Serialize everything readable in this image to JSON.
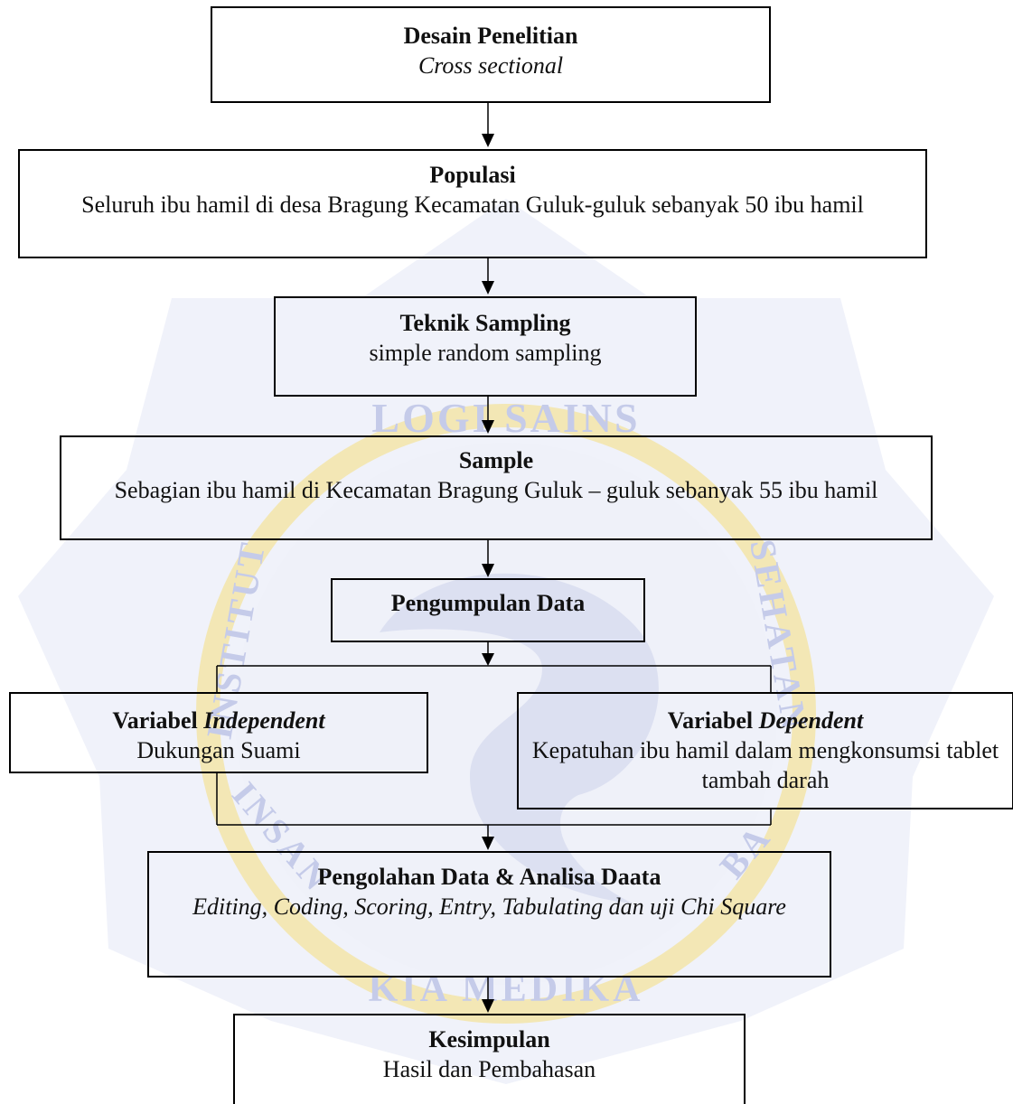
{
  "colors": {
    "box_border": "#000000",
    "text": "#111111",
    "watermark_blue": "#c5cbe9",
    "watermark_gold": "#f3e5a8"
  },
  "watermark": {
    "arc_top": "LOGI SAINS",
    "left_vertical": "INSTITUT",
    "right_vertical": "SEHATAN",
    "bottom_left": "INSAN",
    "bottom_right": "BA",
    "bottom": "KIA MEDIKA"
  },
  "nodes": {
    "desain": {
      "title": "Desain Penelitian",
      "desc": "Cross sectional"
    },
    "populasi": {
      "title": "Populasi",
      "desc": "Seluruh ibu hamil di desa Bragung Kecamatan Guluk-guluk sebanyak 50 ibu hamil"
    },
    "teknik": {
      "title": "Teknik Sampling",
      "desc": "simple random sampling"
    },
    "sample": {
      "title": "Sample",
      "desc": "Sebagian ibu hamil di Kecamatan Bragung Guluk – guluk sebanyak  55 ibu hamil"
    },
    "pengumpulan": {
      "title": "Pengumpulan Data"
    },
    "independent": {
      "title_prefix": "Variabel ",
      "title_emph": "Independent",
      "desc": "Dukungan Suami"
    },
    "dependent": {
      "title_prefix": "Variabel ",
      "title_emph": "Dependent",
      "desc": "Kepatuhan ibu hamil dalam mengkonsumsi tablet tambah darah"
    },
    "pengolahan": {
      "title": "Pengolahan Data & Analisa Daata",
      "desc": "Editing, Coding, Scoring, Entry, Tabulating dan uji Chi Square"
    },
    "kesimpulan": {
      "title": "Kesimpulan",
      "desc": "Hasil dan Pembahasan"
    }
  },
  "edges": [
    {
      "from": "desain",
      "to": "populasi"
    },
    {
      "from": "populasi",
      "to": "teknik"
    },
    {
      "from": "teknik",
      "to": "sample"
    },
    {
      "from": "sample",
      "to": "pengumpulan"
    },
    {
      "from": "pengumpulan",
      "to": "independent"
    },
    {
      "from": "pengumpulan",
      "to": "dependent"
    },
    {
      "from": "independent",
      "to": "pengolahan"
    },
    {
      "from": "dependent",
      "to": "pengolahan"
    },
    {
      "from": "pengolahan",
      "to": "kesimpulan"
    }
  ]
}
